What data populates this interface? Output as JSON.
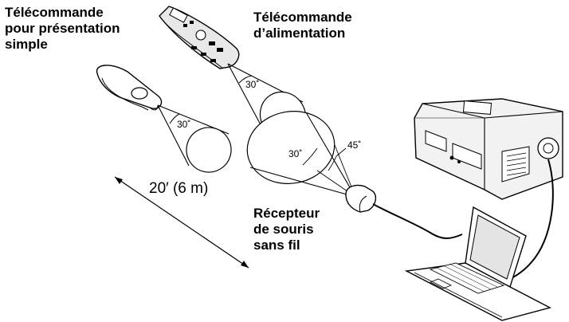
{
  "labels": {
    "simple_remote": [
      "Télécommande",
      "pour présentation",
      "simple"
    ],
    "power_remote": [
      "Télécommande",
      "d’alimentation"
    ],
    "receiver": [
      "Récepteur",
      "de souris",
      "sans fil"
    ]
  },
  "angles": {
    "simple_remote": "30˚",
    "power_remote": "30˚",
    "receiver_left": "30˚",
    "receiver_right": "45˚"
  },
  "distance": "20′ (6 m)"
}
